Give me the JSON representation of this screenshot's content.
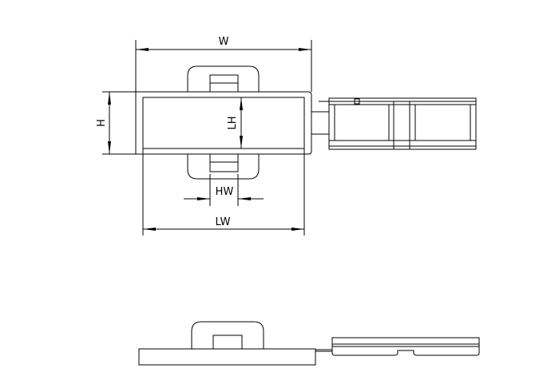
{
  "drawing": {
    "labels": {
      "width": "W",
      "height": "H",
      "label_height": "LH",
      "hole_width": "HW",
      "label_width": "LW"
    },
    "line_color": "#000000",
    "background": "#ffffff"
  }
}
